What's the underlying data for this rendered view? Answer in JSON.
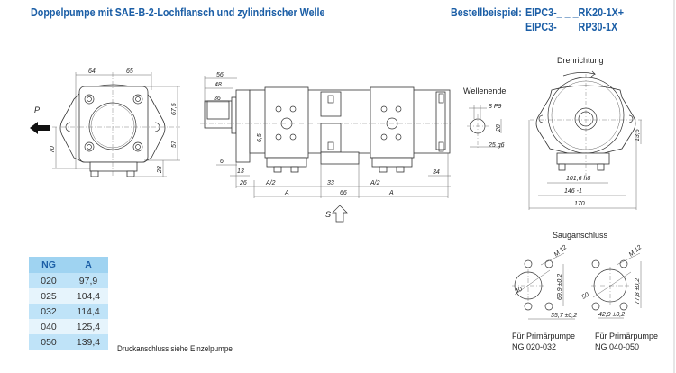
{
  "header": {
    "title": "Doppelpumpe mit SAE-B-2-Lochflansch und zylindrischer Welle",
    "order_label": "Bestellbeispiel:",
    "order_line1": "EIPC3-_ _ _RK20-1X+",
    "order_line2": "EIPC3-_ _ _RP30-1X"
  },
  "front_view": {
    "port_label": "P",
    "dims": {
      "left_width": "64",
      "right_width": "65",
      "upper_height": "67,5",
      "lower_height": "57",
      "left_height": "70",
      "foot": "28"
    }
  },
  "side_view": {
    "suction_label": "S",
    "dims": {
      "d56": "56",
      "d48": "48",
      "d36": "36",
      "d6_5": "6,5",
      "d6": "6",
      "d13": "13",
      "d26": "26",
      "a_half_1": "A/2",
      "a_1": "A",
      "d33": "33",
      "d66": "66",
      "a_half_2": "A/2",
      "a_2": "A",
      "d34": "34"
    }
  },
  "shaft_end": {
    "label": "Wellenende",
    "dims": {
      "key": "8 P9",
      "height": "28",
      "dia": "25 g6"
    }
  },
  "rear_view": {
    "rotation_label": "Drehrichtung",
    "dims": {
      "d101": "101,6 h8",
      "d146": "146 -1",
      "d170": "170",
      "d13_5": "13,5"
    }
  },
  "table": {
    "headers": [
      "NG",
      "A"
    ],
    "rows": [
      [
        "020",
        "97,9"
      ],
      [
        "025",
        "104,4"
      ],
      [
        "032",
        "114,4"
      ],
      [
        "040",
        "125,4"
      ],
      [
        "050",
        "139,4"
      ]
    ]
  },
  "note": "Druckanschluss siehe Einzelpumpe",
  "suction_port": {
    "title": "Sauganschluss",
    "small": {
      "thread": "M 12",
      "dia": "40",
      "height": "69,9 ±0,2",
      "width": "35,7 ±0,2",
      "caption1": "Für Primärpumpe",
      "caption2": "NG 020-032"
    },
    "large": {
      "thread": "M 12",
      "dia": "50",
      "height": "77,8 ±0,2",
      "width": "42,9 ±0,2",
      "caption1": "Für Primärpumpe",
      "caption2": "NG 040-050"
    }
  },
  "colors": {
    "heading": "#1b5ea6",
    "table_header": "#9fd3f1",
    "row_dark": "#bfe3f8",
    "row_light": "#e6f4fc"
  }
}
